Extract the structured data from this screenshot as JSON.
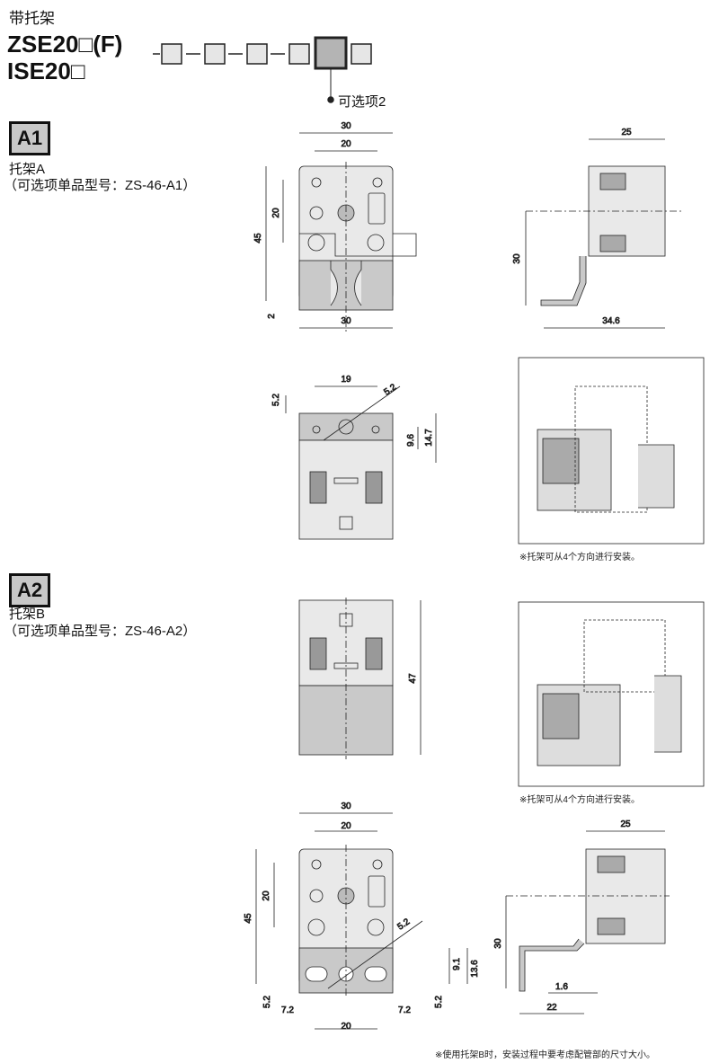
{
  "header": {
    "title": "带托架",
    "model1": "ZSE20□(F)",
    "model2": "ISE20□",
    "option_label": "可选项2"
  },
  "a1": {
    "badge": "A1",
    "name": "托架A",
    "part": "（可选项单品型号：ZS-46-A1）",
    "front": {
      "w_outer": "30",
      "w_holes": "20",
      "h_total": "45",
      "h_holes": "20",
      "h_base": "2",
      "w_bottom": "30"
    },
    "side": {
      "depth": "25",
      "height": "30",
      "length": "34.6"
    },
    "top": {
      "w": "19",
      "hole": "5.2",
      "off": "5.2",
      "h1": "9.6",
      "h2": "14.7"
    },
    "caption": "※托架可从4个方向进行安装。"
  },
  "a2": {
    "badge": "A2",
    "name": "托架B",
    "part": "（可选项单品型号：ZS-46-A2）",
    "back": {
      "h": "47"
    },
    "caption": "※托架可从4个方向进行安装。",
    "front": {
      "w_outer": "30",
      "w_holes": "20",
      "h_total": "45",
      "h_holes": "20",
      "hole": "5.2",
      "h1": "9.1",
      "h2": "13.6",
      "off_l": "5.2",
      "off_r": "5.2",
      "slot_l": "7.2",
      "slot_r": "7.2",
      "w_bottom": "20"
    },
    "side": {
      "depth": "25",
      "height": "30",
      "thick": "1.6",
      "length": "22"
    }
  },
  "footer": {
    "note": "※使用托架B时，安装过程中要考虑配管部的尺寸大小。"
  }
}
